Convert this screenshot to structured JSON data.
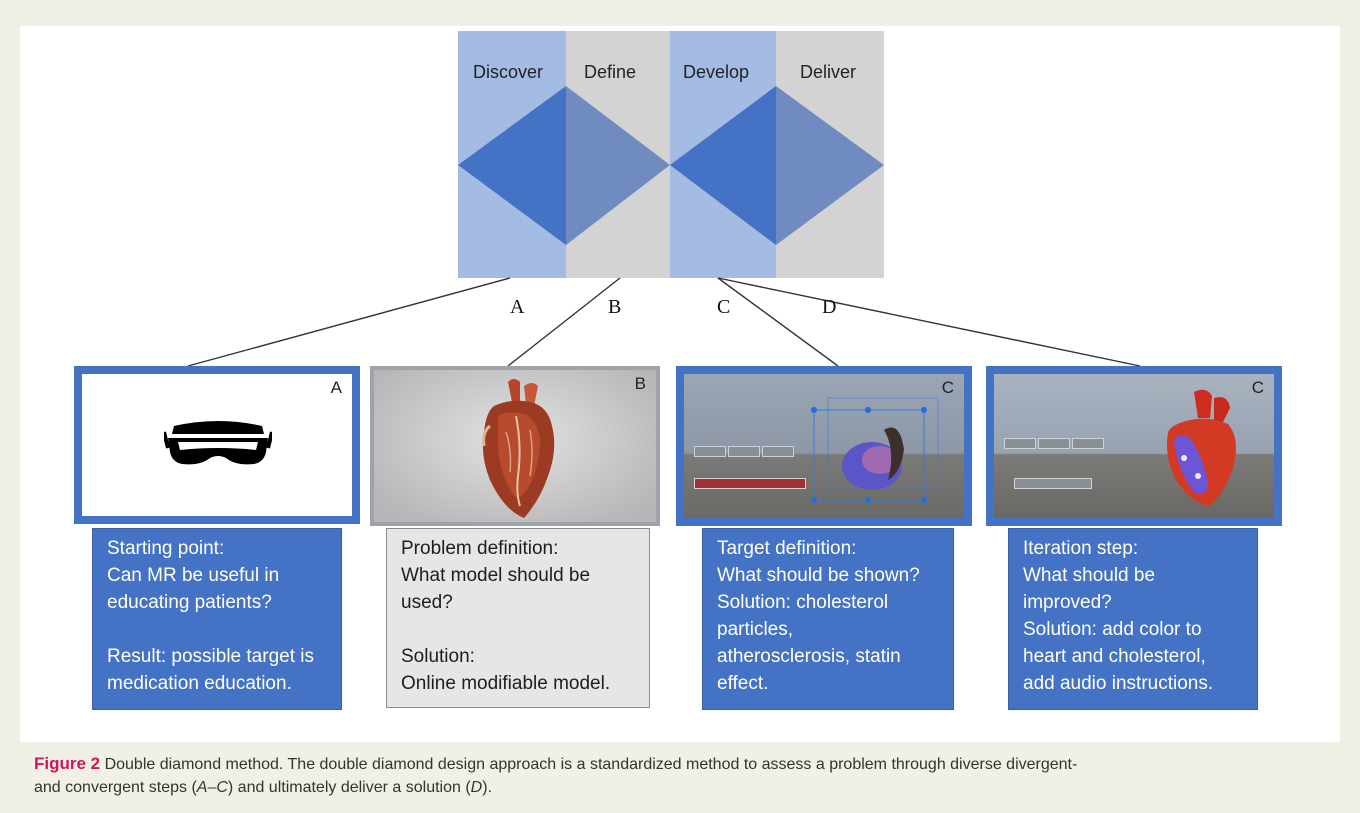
{
  "diagram": {
    "phases": [
      "Discover",
      "Define",
      "Develop",
      "Deliver"
    ],
    "connector_labels": [
      "A",
      "B",
      "C",
      "D"
    ],
    "colors": {
      "blue": "#4472c4",
      "light_blue": "#a4bce4",
      "grey": "#d3d3d3",
      "diamond_grey": "#6f8bbf"
    }
  },
  "panels": [
    {
      "corner_label": "A",
      "image": "vr-headset-icon",
      "text": [
        "Starting point:",
        "Can MR be useful in",
        "educating patients?",
        "",
        "Result: possible target is",
        "medication education."
      ]
    },
    {
      "corner_label": "B",
      "image": "heart-model-photo",
      "text": [
        "Problem definition:",
        "What model should be",
        "used?",
        "",
        "Solution:",
        "Online modifiable model."
      ]
    },
    {
      "corner_label": "C",
      "image": "mr-app-screenshot-1",
      "text": [
        "Target definition:",
        "What should be shown?",
        "Solution: cholesterol",
        "particles,",
        "atherosclerosis, statin",
        "effect."
      ]
    },
    {
      "corner_label": "C",
      "image": "mr-app-screenshot-2",
      "text": [
        "Iteration step:",
        "What should be",
        "improved?",
        "Solution: add color to",
        "heart and cholesterol,",
        "add audio instructions."
      ]
    }
  ],
  "caption": {
    "figure_label": "Figure 2",
    "text": "Double diamond method. The double diamond design approach is a standardized method to assess a problem through diverse divergent-",
    "text_line2_pre": "and convergent steps (",
    "range": "A–C",
    "text_line2_mid": ") and ultimately deliver a solution (",
    "final": "D",
    "text_line2_end": ")."
  }
}
